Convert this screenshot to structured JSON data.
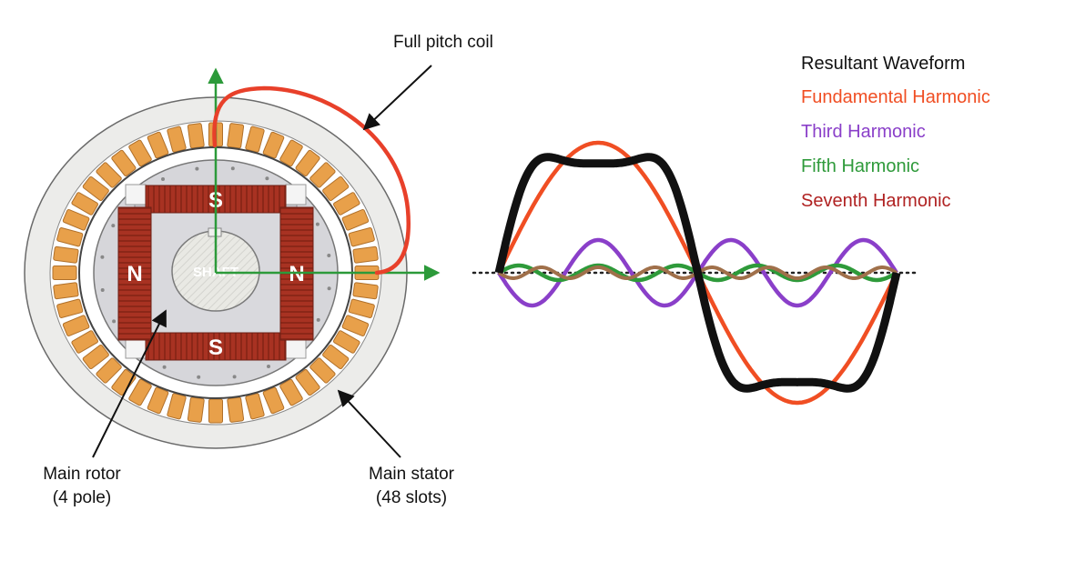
{
  "labels": {
    "coil": "Full pitch coil",
    "rotor_line1": "Main rotor",
    "rotor_line2": "(4 pole)",
    "stator_line1": "Main stator",
    "stator_line2": "(48 slots)",
    "shaft": "SHAFT"
  },
  "poles": {
    "top": "S",
    "bottom": "S",
    "left": "N",
    "right": "N"
  },
  "legend": [
    {
      "label": "Resultant Waveform",
      "color": "#111111"
    },
    {
      "label": "Fundamental Harmonic",
      "color": "#f04e23"
    },
    {
      "label": "Third Harmonic",
      "color": "#8a3fc9"
    },
    {
      "label": "Fifth Harmonic",
      "color": "#2e9a3a"
    },
    {
      "label": "Seventh Harmonic",
      "color": "#b02222"
    }
  ],
  "colors": {
    "stator_ring": "#ececea",
    "slot": "#e8a04a",
    "pole_red": "#a83222",
    "core_gray": "#c9c9cd",
    "axis_green": "#2c9a3a",
    "coil_red": "#e8402a",
    "seventh_brown": "#a0704a"
  },
  "stator_slots": 48,
  "rotor_poles": 4
}
